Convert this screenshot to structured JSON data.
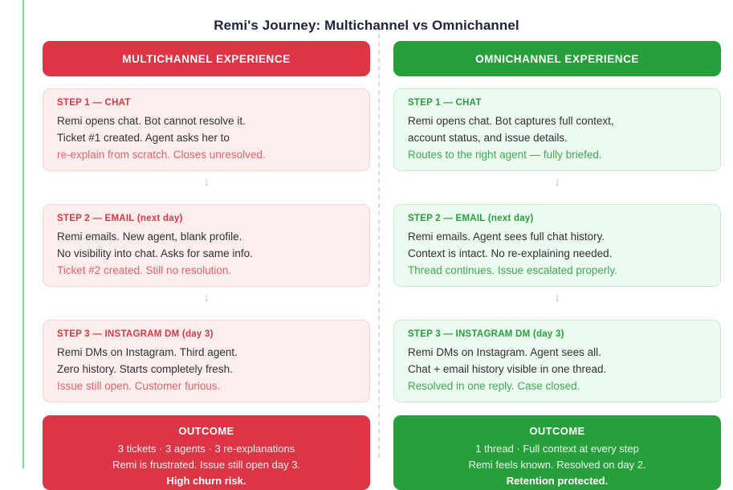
{
  "page": {
    "title": "Remi's Journey: Multichannel vs Omnichannel"
  },
  "colors": {
    "bad": "#dc3545",
    "good": "#27a03c",
    "bad_card_bg": "#fdeeee",
    "good_card_bg": "#edfaf0",
    "bad_accent_text": "#e8606d",
    "good_accent_text": "#3cab52",
    "title": "#1f2340",
    "left_rail": "#7fd69a",
    "divider": "#dcdce8"
  },
  "divider": {
    "style": "dashed-vertical"
  },
  "columns": [
    {
      "id": "multichannel",
      "tone": "bad",
      "header": "MULTICHANNEL EXPERIENCE",
      "steps": [
        {
          "label": "STEP 1 — CHAT",
          "lines": [
            "Remi opens chat. Bot cannot resolve it.",
            "Ticket #1 created. Agent asks her to"
          ],
          "accent": "re-explain from scratch. Closes unresolved."
        },
        {
          "label": "STEP 2 — EMAIL (next day)",
          "lines": [
            "Remi emails. New agent, blank profile.",
            "No visibility into chat. Asks for same info."
          ],
          "accent": "Ticket #2 created. Still no resolution."
        },
        {
          "label": "STEP 3 — INSTAGRAM DM (day 3)",
          "lines": [
            "Remi DMs on Instagram. Third agent.",
            "Zero history. Starts completely fresh."
          ],
          "accent": "Issue still open. Customer furious."
        }
      ],
      "connector_icon": "down-arrow",
      "connector_glyph": "↓",
      "outcome": {
        "title": "OUTCOME",
        "lines": [
          "3 tickets · 3 agents · 3 re-explanations",
          "Remi is frustrated. Issue still open day 3."
        ],
        "emphasis": "High churn risk."
      }
    },
    {
      "id": "omnichannel",
      "tone": "good",
      "header": "OMNICHANNEL EXPERIENCE",
      "steps": [
        {
          "label": "STEP 1 — CHAT",
          "lines": [
            "Remi opens chat. Bot captures full context,",
            "account status, and issue details."
          ],
          "accent": "Routes to the right agent — fully briefed."
        },
        {
          "label": "STEP 2 — EMAIL (next day)",
          "lines": [
            "Remi emails. Agent sees full chat history.",
            "Context is intact. No re-explaining needed."
          ],
          "accent": "Thread continues. Issue escalated properly."
        },
        {
          "label": "STEP 3 — INSTAGRAM DM (day 3)",
          "lines": [
            "Remi DMs on Instagram. Agent sees all.",
            "Chat + email history visible in one thread."
          ],
          "accent": "Resolved in one reply. Case closed."
        }
      ],
      "connector_icon": "down-arrow",
      "connector_glyph": "↓",
      "outcome": {
        "title": "OUTCOME",
        "lines": [
          "1 thread · Full context at every step",
          "Remi feels known. Resolved on day 2."
        ],
        "emphasis": "Retention protected."
      }
    }
  ]
}
